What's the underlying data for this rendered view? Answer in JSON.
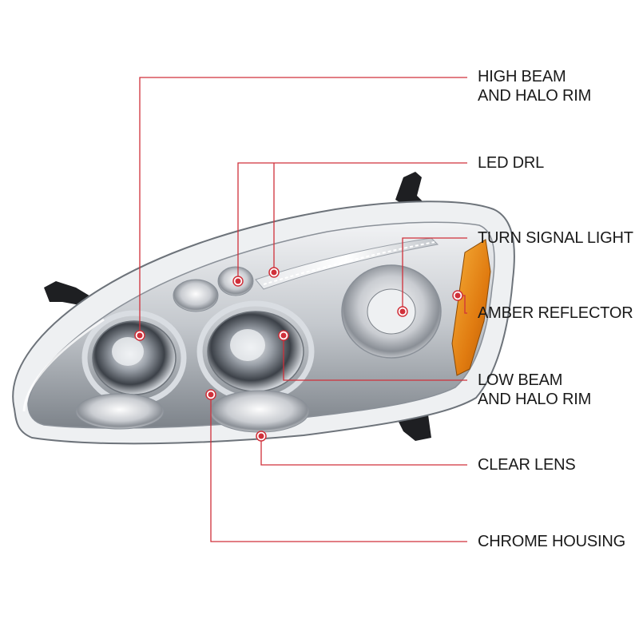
{
  "accent_color": "#d0303a",
  "callouts": {
    "high_beam": {
      "line1": "HIGH BEAM",
      "line2": "AND HALO RIM"
    },
    "led_drl": {
      "line1": "LED DRL"
    },
    "turn_signal": {
      "line1": "TURN SIGNAL LIGHT"
    },
    "amber_reflector": {
      "line1": "AMBER REFLECTOR"
    },
    "low_beam": {
      "line1": "LOW BEAM",
      "line2": "AND HALO RIM"
    },
    "clear_lens": {
      "line1": "CLEAR LENS"
    },
    "chrome_housing": {
      "line1": "CHROME HOUSING"
    }
  }
}
